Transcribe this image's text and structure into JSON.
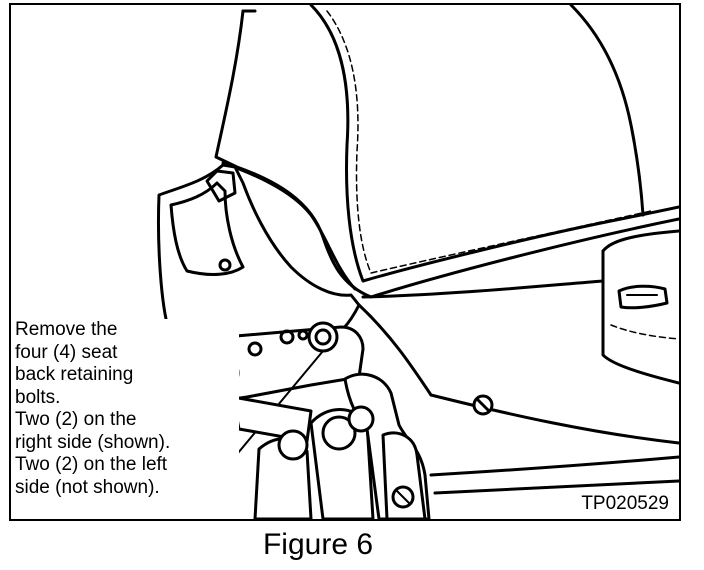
{
  "figure": {
    "callout_lines": [
      "Remove the",
      "four (4) seat",
      "back retaining",
      "bolts.",
      "Two (2) on the",
      "right side (shown).",
      "Two (2) on the left",
      "side (not shown)."
    ],
    "code": "TP020529",
    "caption": "Figure 6"
  },
  "colors": {
    "ink": "#000000",
    "paper": "#ffffff",
    "shade": "#d8d8d8"
  }
}
